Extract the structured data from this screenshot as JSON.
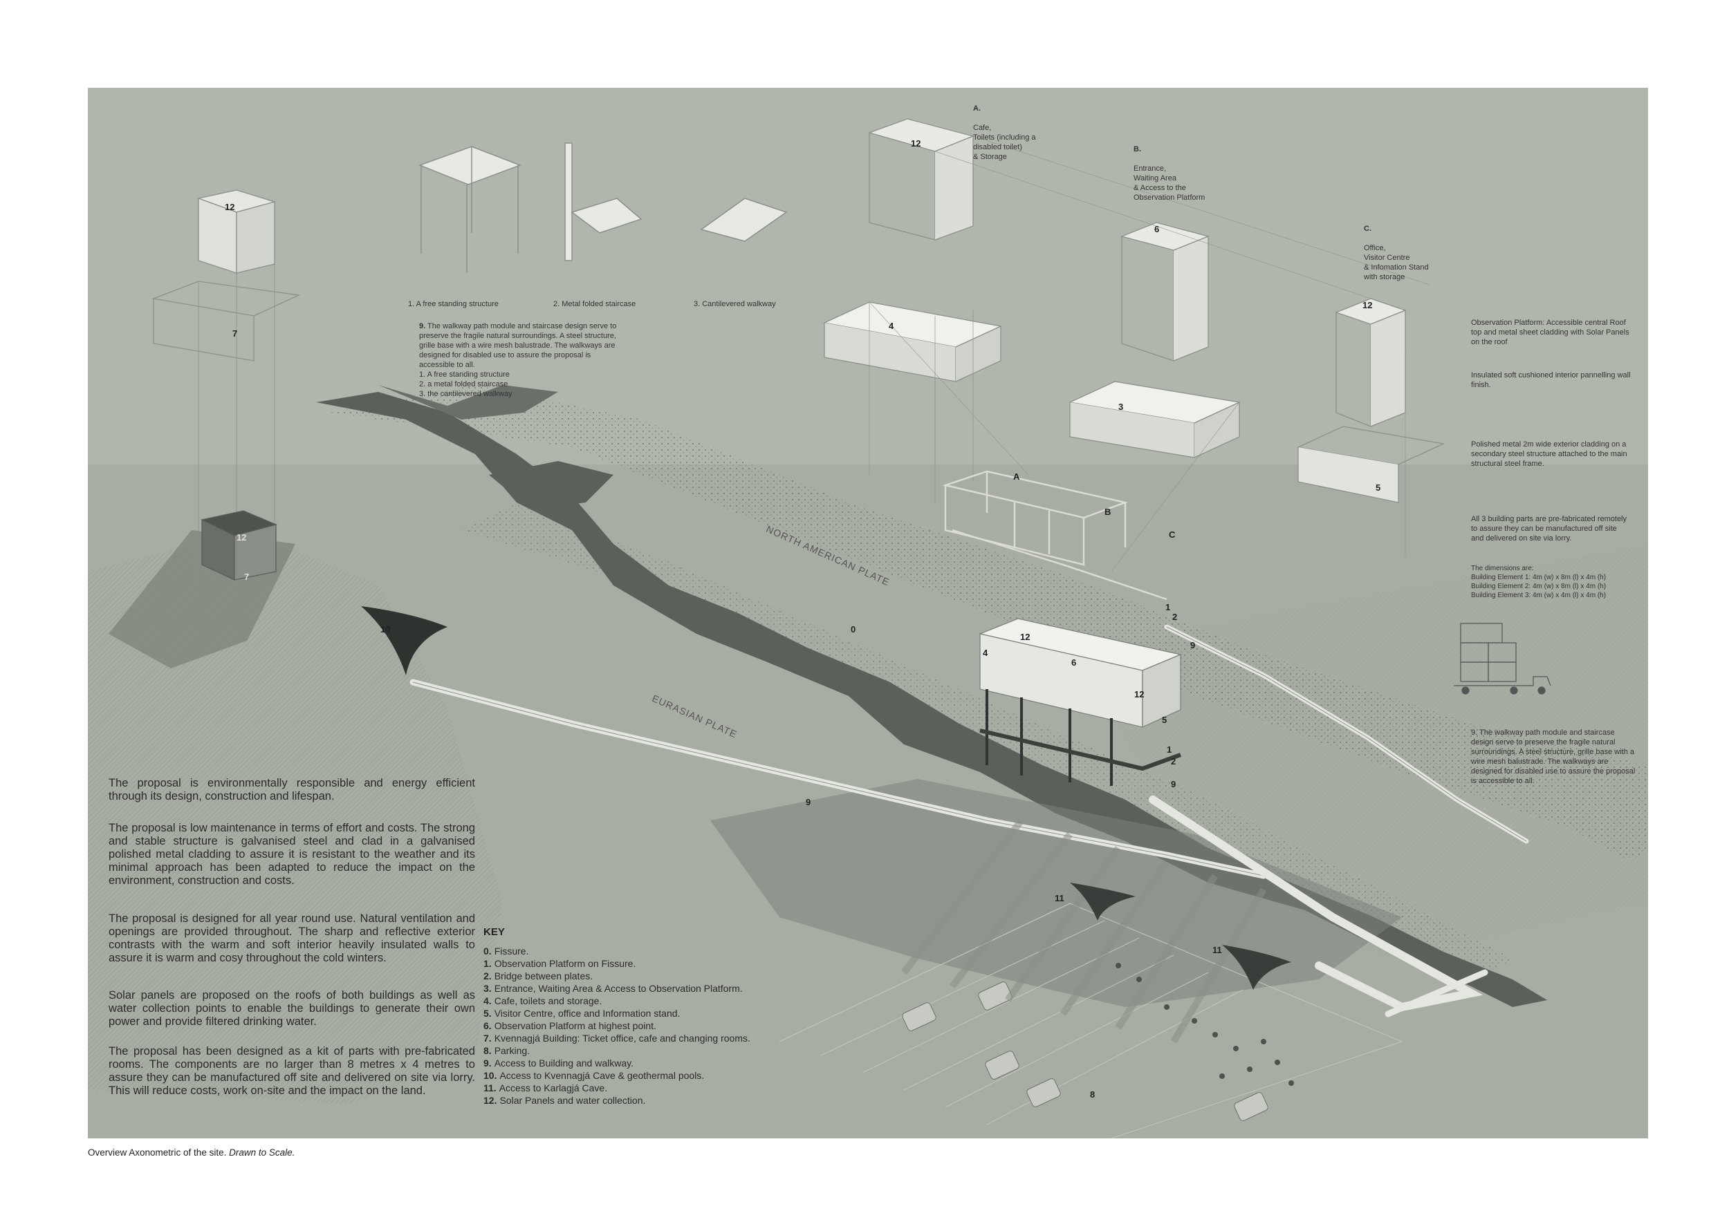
{
  "caption": {
    "main": "Overview Axonometric of the site.",
    "scale_note": "Drawn to Scale."
  },
  "components": {
    "c1": "1. A free standing structure",
    "c2": "2. Metal folded staircase",
    "c3": "3. Cantilevered walkway"
  },
  "walkway_note_num": "9.",
  "walkway_note": "The walkway path module and staircase design serve to preserve the fragile natural surroundings. A steel structure, grille base with a wire mesh balustrade. The walkways are designed for disabled use to assure the proposal is accessible to all.\n1. A free standing structure\n2. a metal folded staircase\n3. the cantilevered walkway",
  "building_labels": {
    "a_title": "A.",
    "a_text": "Cafe,\nToilets (including a\ndisabled toilet)\n& Storage",
    "b_title": "B.",
    "b_text": "Entrance,\nWaiting Area\n& Access to the\nObservation Platform",
    "c_title": "C.",
    "c_text": "Office,\nVisitor Centre\n& Infomation Stand\nwith storage"
  },
  "side_notes": {
    "n1": "Observation Platform: Accessible central Roof top and metal sheet cladding with Solar Panels on the roof",
    "n2": "Insulated soft cushioned interior pannelling wall finish.",
    "n3": "Polished metal 2m wide exterior cladding on a secondary steel structure attached to the main structural steel frame.",
    "n4": "All 3 building parts are pre-fabricated remotely to assure they can be manufactured off site and delivered on site via lorry.",
    "dims_title": "The dimensions are:",
    "dims": [
      "Building Element 1:  4m (w) x 8m (l) x 4m (h)",
      "Building Element 2:  4m (w) x 8m (l) x 4m (h)",
      "Building Element 3:  4m (w) x 4m (l) x 4m (h)"
    ],
    "n5": "9. The walkway path module and staircase design serve to preserve the fragile natural surroundings. A steel structure, grille base with a wire mesh balustrade. The walkways are designed for disabled use to assure the proposal is accessible to all."
  },
  "plates": {
    "north": "NORTH AMERICAN PLATE",
    "eurasian": "EURASIAN PLATE"
  },
  "letters": {
    "a": "A",
    "b": "B",
    "c": "C"
  },
  "numbers": {
    "n0": "0",
    "n1": "1",
    "n2": "2",
    "n3": "3",
    "n4": "4",
    "n5": "5",
    "n6": "6",
    "n7": "7",
    "n8": "8",
    "n9": "9",
    "n10": "10",
    "n11": "11",
    "n12": "12"
  },
  "paragraphs": [
    "The proposal is environmentally responsible and energy efficient through its design, construction and lifespan.",
    "The proposal is low maintenance in terms of effort and costs. The strong and stable structure is galvanised steel and clad in a galvanised polished metal cladding to assure it is resistant to the weather and its minimal approach has been adapted to reduce the impact on the environment, construction and costs.",
    "The proposal is designed for all year round use. Natural ventilation and openings are provided throughout. The sharp and reflective exterior contrasts with the warm and soft interior heavily insulated walls to assure it is warm and cosy throughout the cold winters.",
    "Solar panels are proposed on the roofs of both buildings as well as water collection points to enable the buildings to generate their own power and provide filtered drinking water.",
    "The proposal has been designed as a kit of parts with pre-fabricated rooms. The components are no larger than 8 metres x 4 metres to assure they can be manufactured off site and delivered on site via lorry.  This will reduce costs, work on-site and the impact on the land."
  ],
  "key": {
    "title": "KEY",
    "items": [
      {
        "num": "0.",
        "text": "Fissure."
      },
      {
        "num": "1.",
        "text": "Observation Platform on Fissure."
      },
      {
        "num": "2.",
        "text": "Bridge between plates."
      },
      {
        "num": "3.",
        "text": "Entrance, Waiting Area & Access to Observation Platform."
      },
      {
        "num": "4.",
        "text": "Cafe, toilets and storage."
      },
      {
        "num": "5.",
        "text": "Visitor Centre, office and Information stand."
      },
      {
        "num": "6.",
        "text": "Observation Platform at highest point."
      },
      {
        "num": "7.",
        "text": "Kvennagjá Building: Ticket office, cafe and changing rooms."
      },
      {
        "num": "8.",
        "text": "Parking."
      },
      {
        "num": "9.",
        "text": "Access to Building and walkway."
      },
      {
        "num": "10.",
        "text": "Access to Kvennagjá Cave & geothermal pools."
      },
      {
        "num": "11.",
        "text": "Access to Karlagjá Cave."
      },
      {
        "num": "12.",
        "text": "Solar Panels and water collection."
      }
    ]
  },
  "colors": {
    "background": "#a7ada2",
    "sky": "#b1b6ac",
    "fissure": "#5c605b",
    "shadow": "#7d827b",
    "walkway": "#d8dbd4",
    "building": "#e9eae5"
  }
}
